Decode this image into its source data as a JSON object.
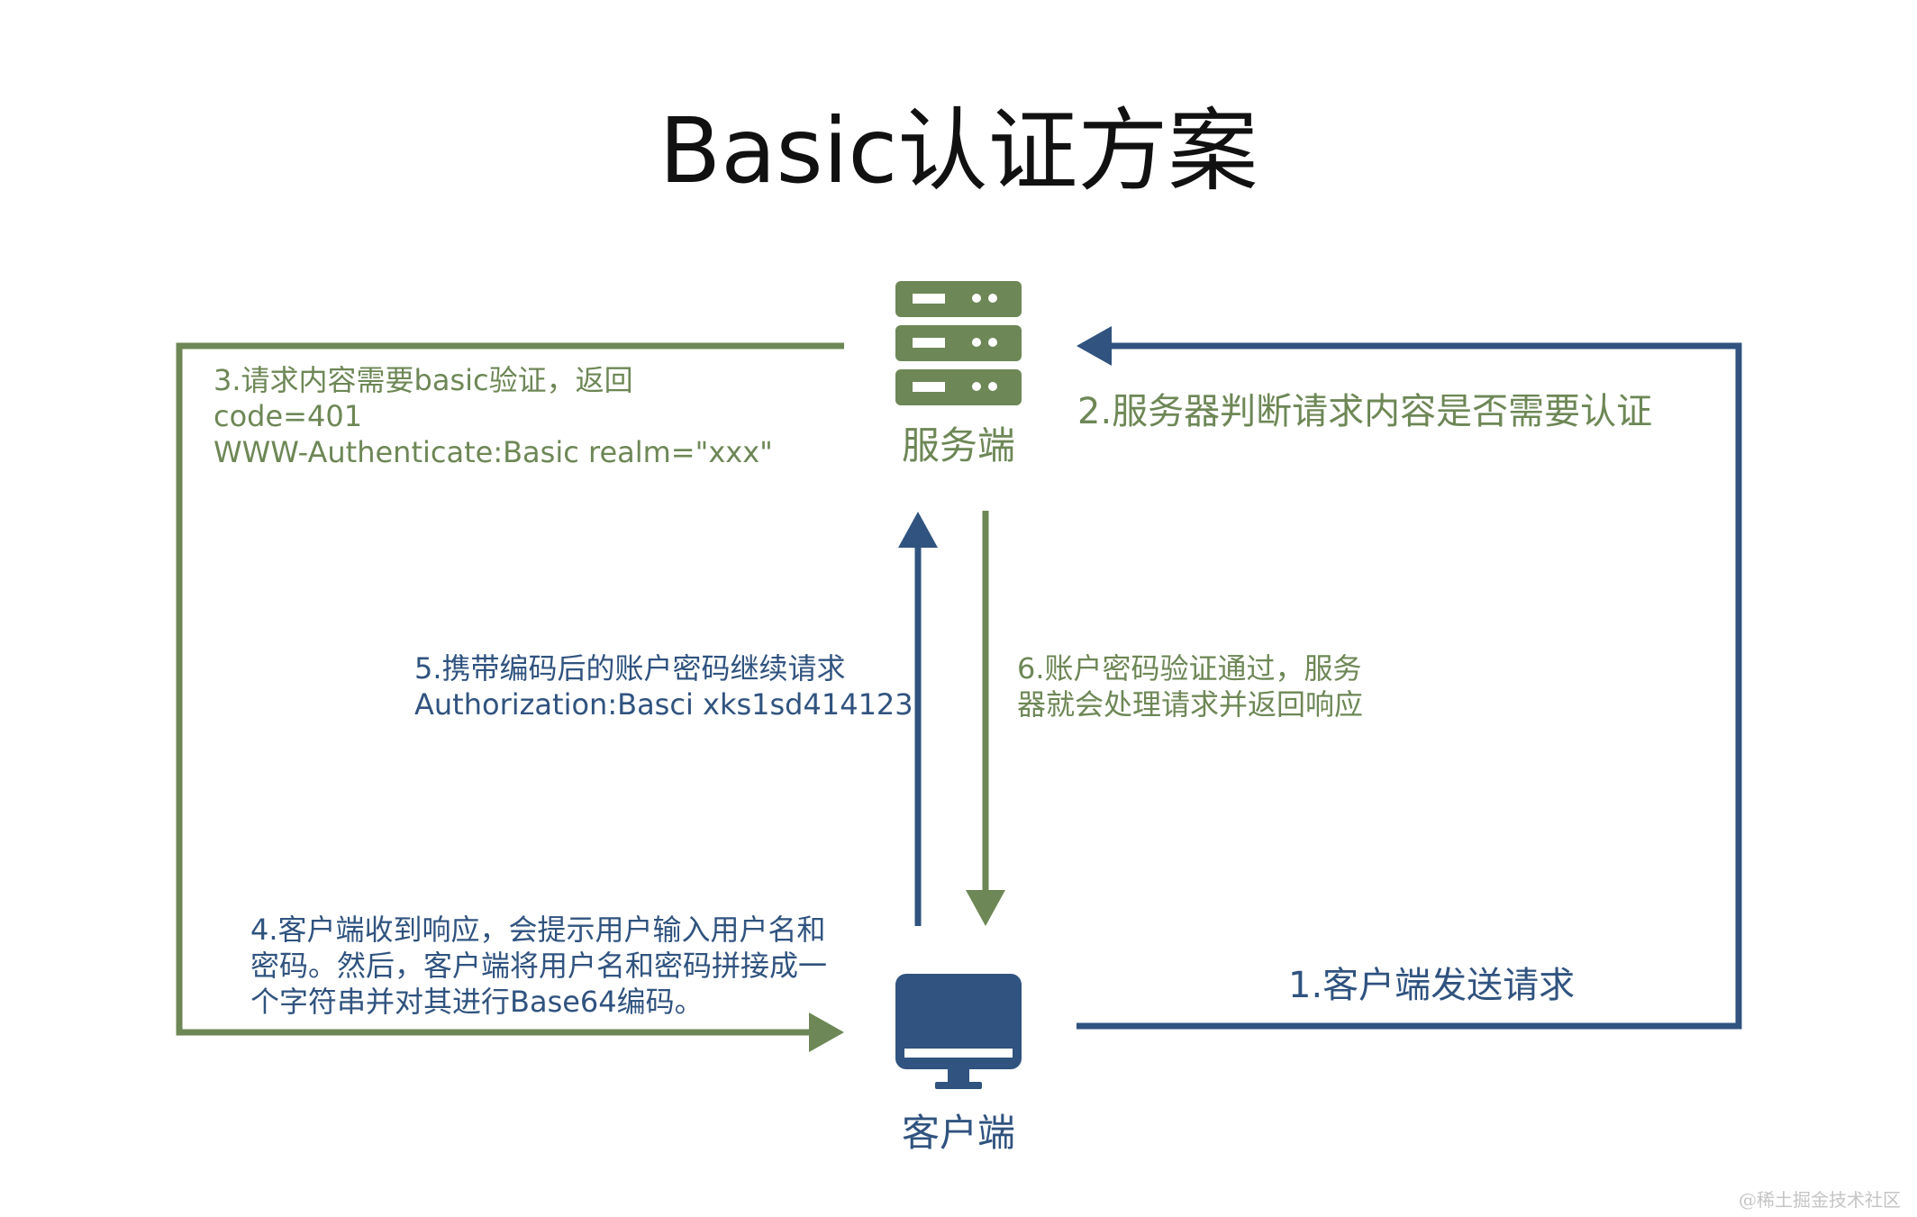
{
  "title": "Basic认证方案",
  "colors": {
    "green": "#6d8756",
    "blue": "#30537f",
    "text": "#111111",
    "watermark": "#c4c4c4"
  },
  "nodes": {
    "server": {
      "label": "服务端",
      "icon": "server-icon"
    },
    "client": {
      "label": "客户端",
      "icon": "monitor-icon"
    }
  },
  "steps": {
    "step1": "1.客户端发送请求",
    "step2": "2.服务器判断请求内容是否需要认证",
    "step3": [
      "3.请求内容需要basic验证，返回",
      "code=401",
      "WWW-Authenticate:Basic realm=\"xxx\""
    ],
    "step4": [
      "4.客户端收到响应，会提示用户输入用户名和",
      "密码。然后，客户端将用户名和密码拼接成一",
      "个字符串并对其进行Base64编码。"
    ],
    "step5": [
      "5.携带编码后的账户密码继续请求",
      "Authorization:Basci   xks1sd414123"
    ],
    "step6": [
      "6.账户密码验证通过，服务",
      "器就会处理请求并返回响应"
    ]
  },
  "watermark": "@稀土掘金技术社区"
}
